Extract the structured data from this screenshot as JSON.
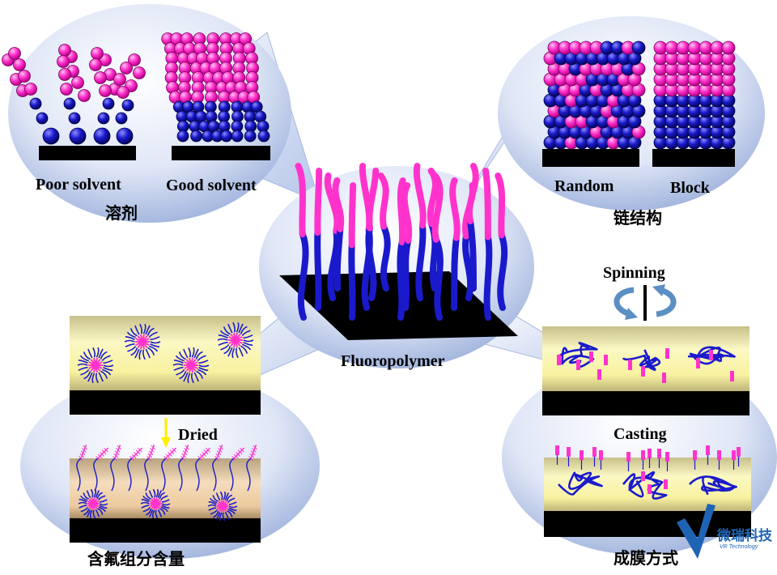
{
  "colors": {
    "magenta": "#ff33cc",
    "blue": "#1a1acc",
    "black": "#000000",
    "bubble_light": "#eef2fb",
    "bubble_dark": "#8fa6d6",
    "film_yellow": "#f7f3a8",
    "film_tan": "#e2c29a",
    "arrow_yellow": "#ffee00",
    "spin_arrow": "#5b8fc4",
    "logo_blue": "#1f64b4"
  },
  "center": {
    "label": "Fluoropolymer"
  },
  "solvent_panel": {
    "poor_label": "Poor solvent",
    "good_label": "Good solvent",
    "caption": "溶剂"
  },
  "structure_panel": {
    "random_label": "Random",
    "block_label": "Block",
    "caption": "链结构"
  },
  "fluorine_panel": {
    "dried_label": "Dried",
    "caption": "含氟组分含量"
  },
  "film_panel": {
    "spinning_label": "Spinning",
    "casting_label": "Casting",
    "caption": "成膜方式"
  },
  "logo": {
    "name": "微瑞科技",
    "sub": "VR Technology"
  }
}
